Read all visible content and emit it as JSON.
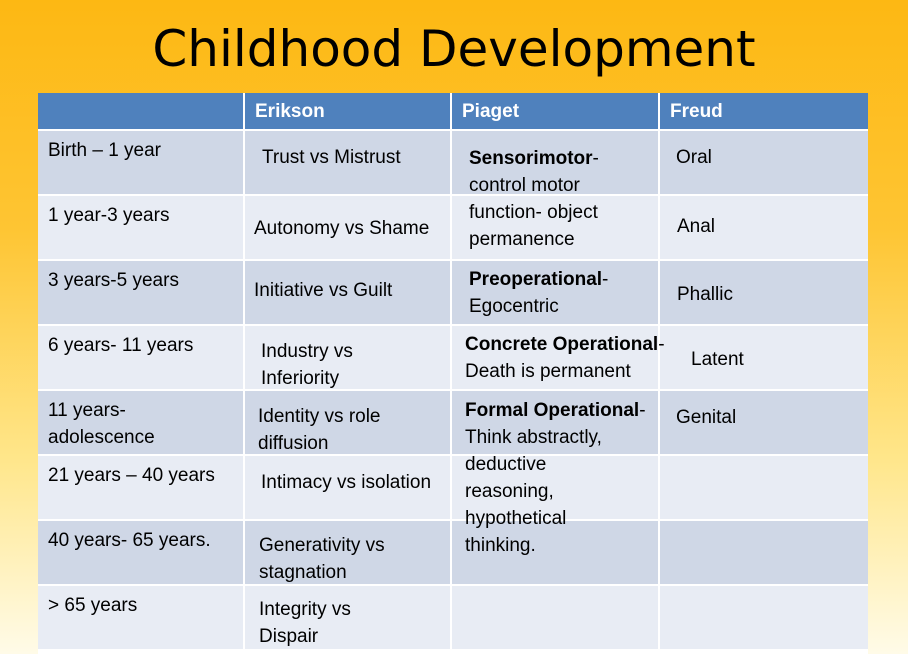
{
  "title": "Childhood Development",
  "headers": [
    "",
    "Erikson",
    "Piaget",
    "Freud"
  ],
  "rows": [
    {
      "age": "Birth – 1 year",
      "erikson": "Trust vs Mistrust",
      "freud": "Oral"
    },
    {
      "age": "1 year-3 years",
      "erikson": "Autonomy vs Shame",
      "freud": "Anal"
    },
    {
      "age": "3 years-5 years",
      "erikson": "Initiative vs Guilt",
      "freud": "Phallic"
    },
    {
      "age": "6 years- 11 years",
      "erikson": "Industry vs Inferiority",
      "freud": "Latent"
    },
    {
      "age": "11 years- adolescence",
      "erikson": "Identity vs role diffusion",
      "freud": "Genital"
    },
    {
      "age": "21 years – 40 years",
      "erikson": "Intimacy vs isolation",
      "freud": ""
    },
    {
      "age": "40 years- 65 years.",
      "erikson": "Generativity vs stagnation",
      "freud": ""
    },
    {
      "age": "> 65 years",
      "erikson": "Integrity vs Dispair",
      "freud": ""
    }
  ],
  "piaget": [
    {
      "stage": "Sensorimotor",
      "desc": "control motor function- object permanence"
    },
    {
      "stage": "Preoperational",
      "desc": "Egocentric"
    },
    {
      "stage": "Concrete Operational",
      "desc": "Death is permanent"
    },
    {
      "stage": "Formal Operational",
      "desc": "Think abstractly, deductive reasoning, hypothetical thinking."
    }
  ]
}
